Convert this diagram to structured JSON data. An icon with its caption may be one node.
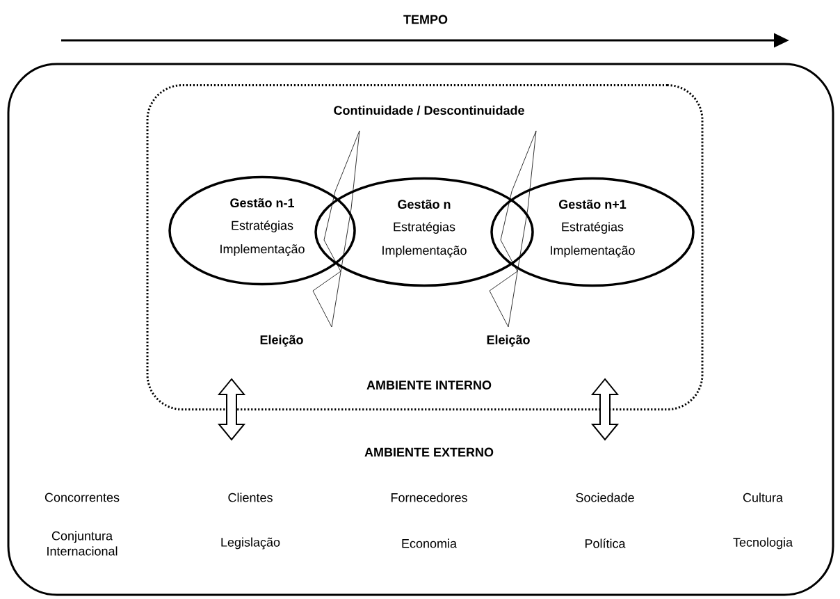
{
  "diagram": {
    "nodes": [
      {
        "text": [
          "AMBIENTE EXTERNO"
        ]
      },
      {
        "text": [
          "Continuidade / Descontinuidade",
          "AMBIENTE INTERNO"
        ],
        "in": 0
      },
      {
        "text": [
          "Gestão n-1",
          "Estratégias",
          "Implementação"
        ],
        "in": 1
      },
      {
        "text": [
          "Gestão n",
          "Estratégias",
          "Implementação"
        ],
        "in": 1
      },
      {
        "text": [
          "Gestão n+1",
          "Estratégias",
          "Implementação"
        ],
        "in": 1
      },
      {
        "text": [],
        "shape": "zigzag",
        "beside": [
          "Eleição"
        ],
        "in": 1
      },
      {
        "text": [],
        "shape": "zigzag",
        "beside": [
          "Eleição"
        ],
        "in": 1
      }
    ],
    "edges": [],
    "labels": [
      "TEMPO",
      "Concorrentes",
      "Clientes",
      "Fornecedores",
      "Sociedade",
      "Cultura",
      "Conjuntura Internacional",
      "Legislação",
      "Economia",
      "Política",
      "Tecnologia"
    ]
  }
}
